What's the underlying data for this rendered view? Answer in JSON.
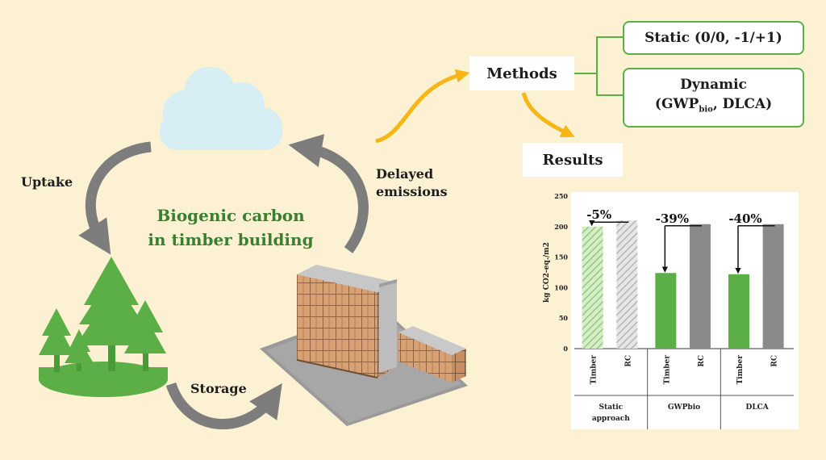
{
  "diagram": {
    "center_title_line1": "Biogenic carbon",
    "center_title_line2": "in timber building",
    "uptake": "Uptake",
    "delayed_line1": "Delayed",
    "delayed_line2": "emissions",
    "storage": "Storage",
    "methods": "Methods",
    "static_method": "Static (0/0, -1/+1)",
    "dynamic_line1": "Dynamic",
    "dynamic_gwp": "GWP",
    "dynamic_gwp_sub": "bio",
    "dynamic_rest": ", DLCA)",
    "results": "Results"
  },
  "colors": {
    "background": "#fcf2d3",
    "green": "#5cae47",
    "dark_green": "#3a7f2f",
    "grey_arrow": "#7d7d7d",
    "cloud": "#d6eef4",
    "orange_arrow": "#f7b614"
  },
  "chart_data": {
    "type": "bar",
    "ylabel": "kg CO2-eq./m2",
    "ylim": [
      0,
      250
    ],
    "yticks": [
      "0",
      "50",
      "100",
      "150",
      "200",
      "250"
    ],
    "groups": [
      {
        "name_line1": "Static",
        "name_line2": "approach",
        "change": "-5%",
        "bars": [
          {
            "category": "Timber",
            "value": 200,
            "style": "hatched-green"
          },
          {
            "category": "RC",
            "value": 210,
            "style": "hatched-grey"
          }
        ]
      },
      {
        "name_line1": "GWPbio",
        "name_line2": "",
        "change": "-39%",
        "bars": [
          {
            "category": "Timber",
            "value": 124,
            "style": "green"
          },
          {
            "category": "RC",
            "value": 204,
            "style": "grey"
          }
        ]
      },
      {
        "name_line1": "DLCA",
        "name_line2": "",
        "change": "-40%",
        "bars": [
          {
            "category": "Timber",
            "value": 122,
            "style": "green"
          },
          {
            "category": "RC",
            "value": 204,
            "style": "grey"
          }
        ]
      }
    ]
  }
}
